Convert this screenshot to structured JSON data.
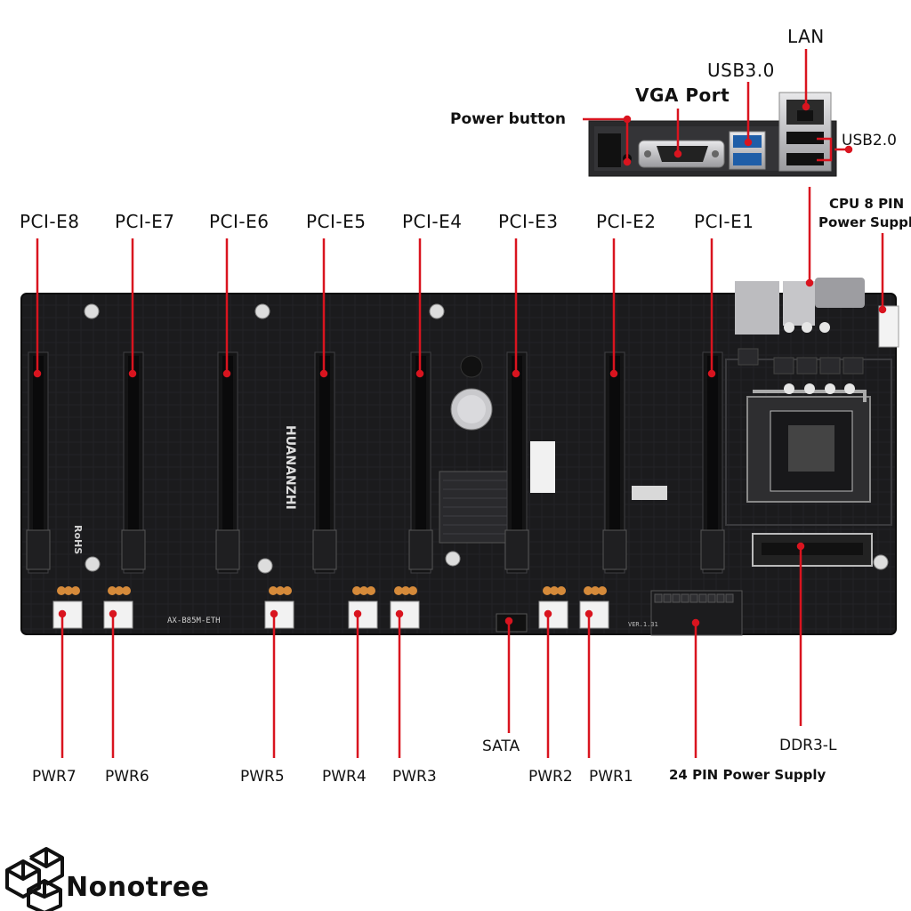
{
  "title_panel": {
    "lan": "LAN",
    "usb30": "USB3.0",
    "vga": "VGA Port",
    "power_button": "Power button",
    "usb20": "USB2.0",
    "cpu_power_line1": "CPU 8 PIN",
    "cpu_power_line2": "Power Supply"
  },
  "pcie_slots": [
    "PCI-E8",
    "PCI-E7",
    "PCI-E6",
    "PCI-E5",
    "PCI-E4",
    "PCI-E3",
    "PCI-E2",
    "PCI-E1"
  ],
  "power_connectors": [
    "PWR7",
    "PWR6",
    "PWR5",
    "PWR4",
    "PWR3",
    "PWR2",
    "PWR1"
  ],
  "bottom_labels": {
    "sata": "SATA",
    "atx24": "24 PIN Power Supply",
    "ddr": "DDR3-L"
  },
  "board_markings": {
    "brand_vertical": "HUANANZHI",
    "model": "AX-B85M-ETH",
    "rohs": "RoHS",
    "ver": "VER.1.31"
  },
  "logo": {
    "name": "Nonotree"
  },
  "colors": {
    "leader": "#d9141f",
    "board": "#1a1a1c",
    "text": "#111111"
  }
}
